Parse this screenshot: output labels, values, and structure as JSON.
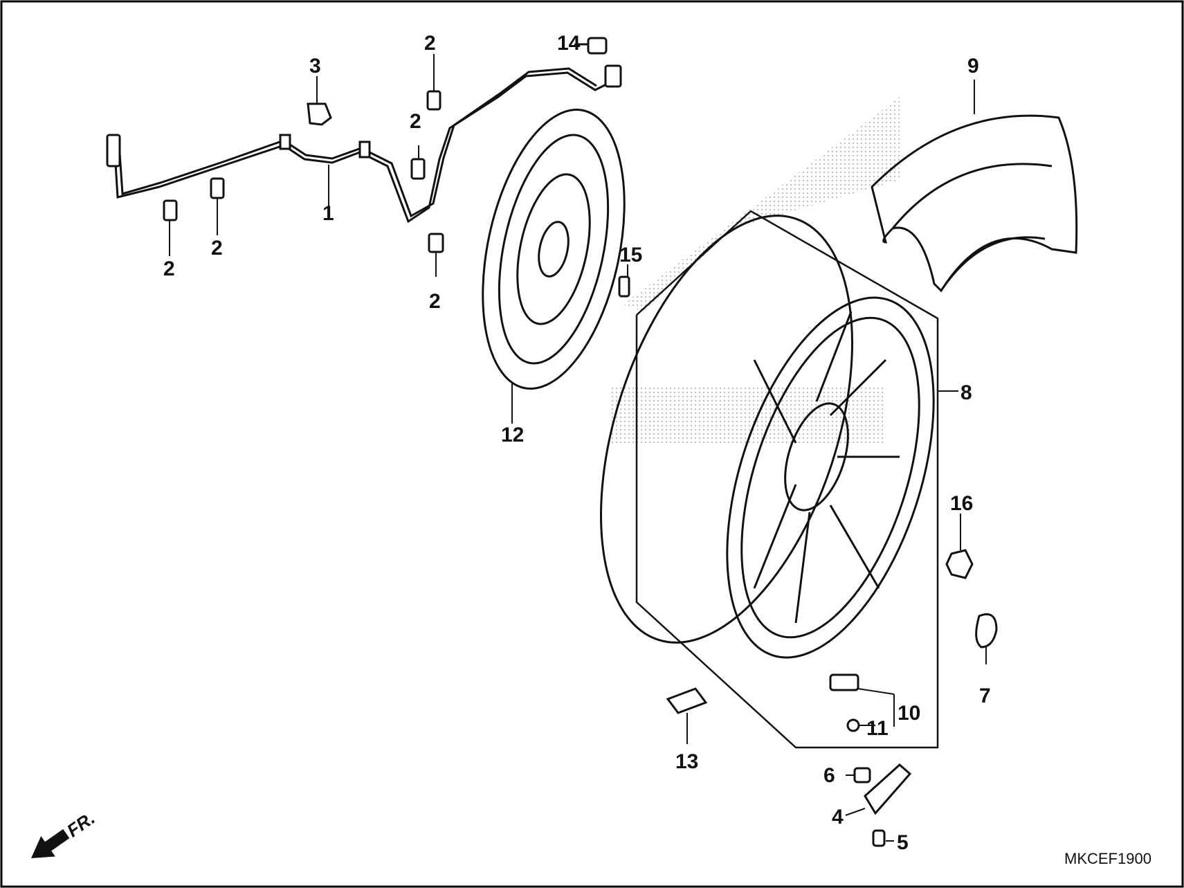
{
  "diagram": {
    "callouts": {
      "c1": "1",
      "c2a": "2",
      "c2b": "2",
      "c2c": "2",
      "c2d": "2",
      "c2e": "2",
      "c3": "3",
      "c4": "4",
      "c5": "5",
      "c6": "6",
      "c7": "7",
      "c8": "8",
      "c9": "9",
      "c10": "10",
      "c11": "11",
      "c12": "12",
      "c13": "13",
      "c14": "14",
      "c15": "15",
      "c16": "16"
    },
    "direction_label": "FR.",
    "diagram_code": "MKCEF1900"
  },
  "colors": {
    "ink": "#111111",
    "border": "#000000",
    "background": "#ffffff",
    "hatch": "#c8c8c8"
  }
}
